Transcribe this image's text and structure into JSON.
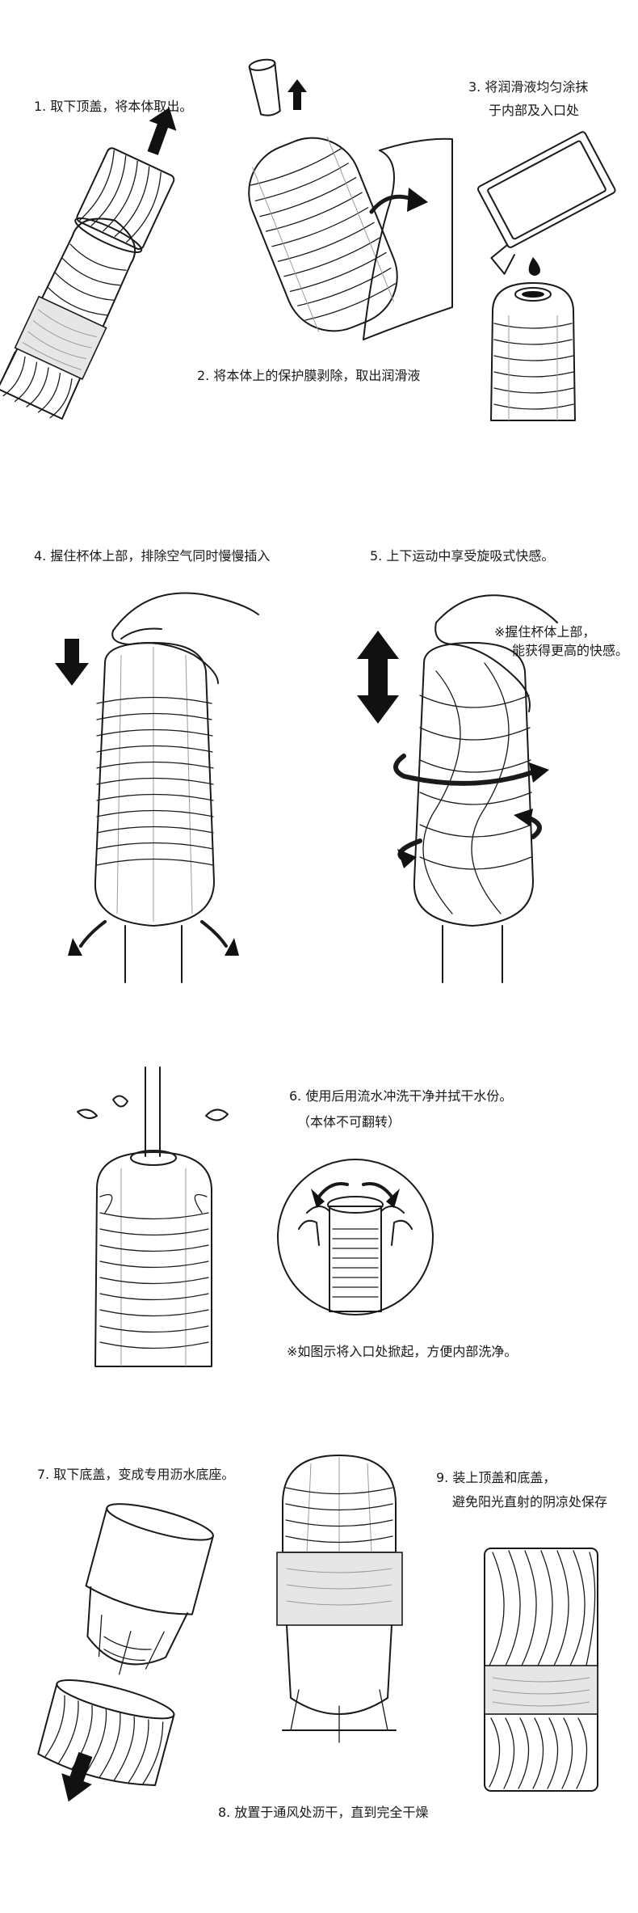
{
  "steps": {
    "s1": "1. 取下顶盖，将本体取出。",
    "s2": "2. 将本体上的保护膜剥除，取出润滑液",
    "s3_l1": "3. 将润滑液均匀涂抹",
    "s3_l2": "于内部及入口处",
    "s4": "4. 握住杯体上部，排除空气同时慢慢插入",
    "s5": "5. 上下运动中享受旋吸式快感。",
    "s5_n1": "※握住杯体上部，",
    "s5_n2": "能获得更高的快感。",
    "s6_l1": "6. 使用后用流水冲洗干净并拭干水份。",
    "s6_l2": "（本体不可翻转）",
    "s6_n": "※如图示将入口处掀起，方便内部洗净。",
    "s7": "7. 取下底盖，变成专用沥水底座。",
    "s8": "8. 放置于通风处沥干，直到完全干燥",
    "s9_l1": "9. 装上顶盖和底盖，",
    "s9_l2": "避免阳光直射的阴凉处保存"
  }
}
